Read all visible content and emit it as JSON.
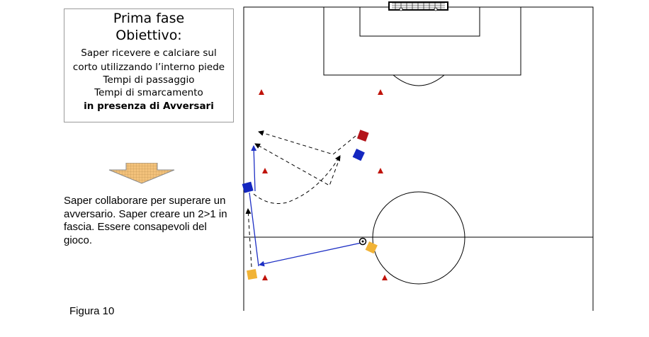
{
  "objective": {
    "title": "Prima fase",
    "subtitle": "Obiettivo:",
    "lines": [
      "Saper ricevere e calciare sul",
      "corto utilizzando l’interno piede",
      "Tempi di passaggio",
      "Tempi di smarcamento"
    ],
    "emphasis": "in presenza di Avversari"
  },
  "description": "Saper collaborare per superare un avversario. Saper creare un 2>1 in fascia. Essere consapevoli del gioco.",
  "figure_label": "Figura 10",
  "colors": {
    "red_cone": "#c0130a",
    "red_player": "#b3141a",
    "blue_player": "#1427c0",
    "yellow_player": "#f1b336",
    "pass_line": "#1d2fc4",
    "arrow_fill": "#f3c27b",
    "field_line": "#000000"
  },
  "icons": {
    "cone": "triangle-cone-icon",
    "player": "square-player-icon",
    "ball": "ball-icon",
    "goal": "goal-net-icon"
  }
}
